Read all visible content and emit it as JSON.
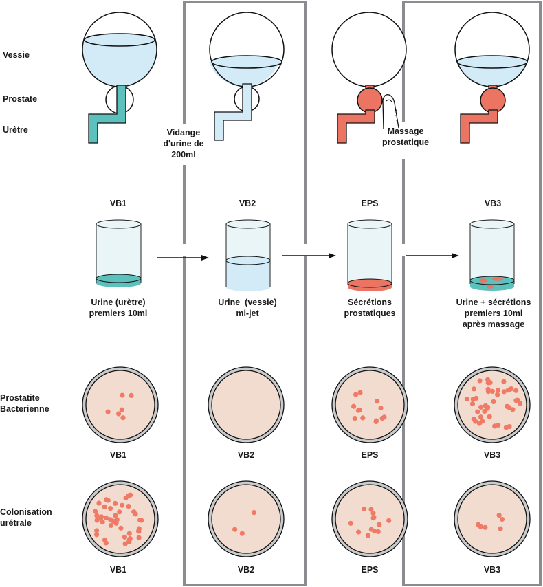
{
  "colors": {
    "urine_light": "#d2ebf7",
    "urine_urethra": "#5cc0bc",
    "prostate_red": "#ec7462",
    "glass": "#eaf5f8",
    "dish_fill": "#f2dccf",
    "dish_rim": "#c9cacc",
    "colony": "#ef7a66",
    "frame": "#8a8c8f"
  },
  "row_labels": {
    "vessie": "Vessie",
    "prostate": "Prostate",
    "uretre": "Urètre",
    "prostatite_line1": "Prostatite",
    "prostatite_line2": "Bacterienne",
    "colonisation_line1": "Colonisation",
    "colonisation_line2": "urétrale"
  },
  "annotations": {
    "vidange_line1": "Vidange",
    "vidange_line2": "d'urine de",
    "vidange_line3": "200ml",
    "massage_line1": "Massage",
    "massage_line2": "prostatique"
  },
  "columns": [
    {
      "id": "VB1",
      "header": "VB1",
      "bladder_fill": "full",
      "urethra_color": "urine_urethra",
      "cup_content": "urethra_urine_low",
      "cup_caption_line1": "Urine (urètre)",
      "cup_caption_line2": "premiers 10ml",
      "cup_caption_line3": "",
      "dish_label_bacterial": "VB1",
      "dish_label_colonisation": "VB1",
      "colonies_bacterial": 6,
      "colonies_colonisation": 45
    },
    {
      "id": "VB2",
      "header": "VB2",
      "bladder_fill": "half",
      "urethra_color": "urine_light",
      "cup_content": "bladder_urine_half",
      "cup_caption_line1": "Urine  (vessie)",
      "cup_caption_line2": "mi-jet",
      "cup_caption_line3": "",
      "dish_label_bacterial": "VB2",
      "dish_label_colonisation": "VB2",
      "colonies_bacterial": 0,
      "colonies_colonisation": 3
    },
    {
      "id": "EPS",
      "header": "EPS",
      "bladder_fill": "empty",
      "urethra_color": "prostate_red",
      "cup_content": "prostatic_secretions",
      "cup_caption_line1": "Sécrétions",
      "cup_caption_line2": "prostatiques",
      "cup_caption_line3": "",
      "dish_label_bacterial": "EPS",
      "dish_label_colonisation": "EPS",
      "colonies_bacterial": 13,
      "colonies_colonisation": 13
    },
    {
      "id": "VB3",
      "header": "VB3",
      "bladder_fill": "half",
      "urethra_color": "prostate_red",
      "cup_content": "urine_plus_secretions",
      "cup_caption_line1": "Urine + sécrétions",
      "cup_caption_line2": "premiers 10ml",
      "cup_caption_line3": "après massage",
      "dish_label_bacterial": "VB3",
      "dish_label_colonisation": "VB3",
      "colonies_bacterial": 45,
      "colonies_colonisation": 6
    }
  ]
}
